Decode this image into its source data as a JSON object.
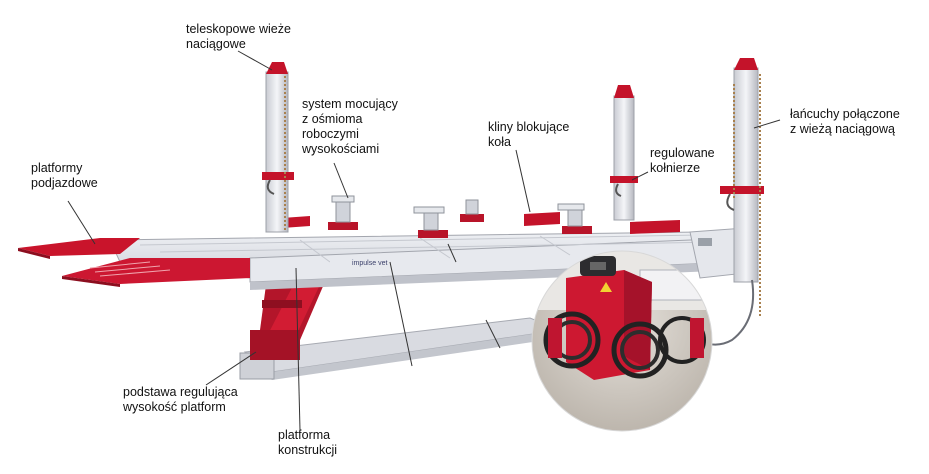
{
  "labels": {
    "towers": "teleskopowe wieże\nnaciągowe",
    "clamps": "system mocujący\nz ośmioma\nroboczymi\nwysokościami",
    "wedges": "kliny blokujące\nkoła",
    "chains": "łańcuchy połączone\nz wieżą naciągową",
    "collars": "regulowane\nkołnierze",
    "ramps": "platformy\npodjazdowe",
    "base": "podstawa regulująca\nwysokość platform",
    "frame": "platforma\nkonstrukcji"
  },
  "brand": {
    "name": "impulse vet"
  },
  "colors": {
    "accent_red": "#c4132a",
    "frame_grey": "#dcdde2",
    "line_dark": "#333333"
  }
}
